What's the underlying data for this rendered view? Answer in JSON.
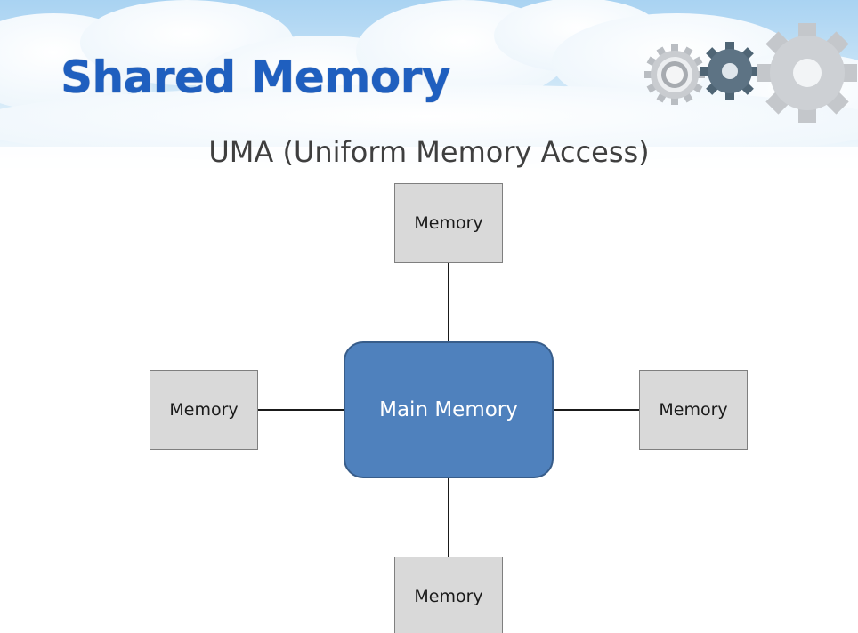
{
  "slide": {
    "title": "Shared Memory",
    "subtitle": "UMA (Uniform Memory Access)"
  },
  "diagram": {
    "center_node": "Main Memory",
    "nodes": {
      "top": "Memory",
      "left": "Memory",
      "right": "Memory",
      "bottom": "Memory"
    }
  },
  "decor": {
    "icon": "gears-icon"
  },
  "colors": {
    "title": "#1f5fbf",
    "main_fill": "#4f81bd",
    "main_border": "#385d8a",
    "memory_fill": "#d9d9d9",
    "memory_border": "#7f7f7f"
  }
}
